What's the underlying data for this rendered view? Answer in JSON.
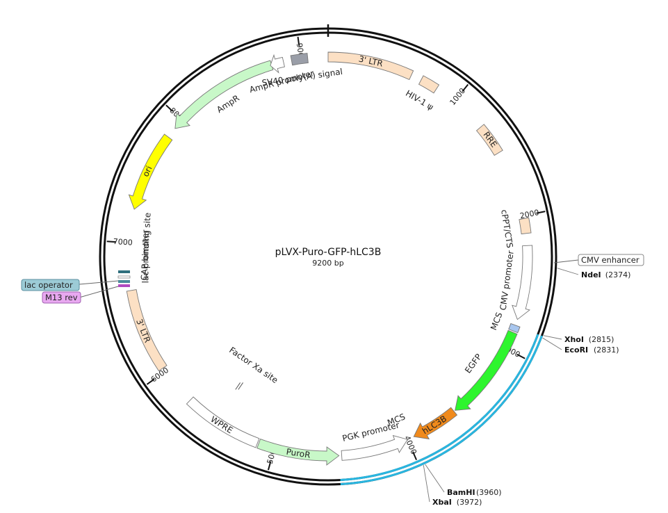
{
  "plasmid": {
    "name": "pLVX-Puro-GFP-hLC3B",
    "size_label": "9200 bp",
    "length": 9200
  },
  "ticks": [
    {
      "pos": 1000,
      "label": "1000"
    },
    {
      "pos": 2000,
      "label": "2000"
    },
    {
      "pos": 3000,
      "label": "3000"
    },
    {
      "pos": 4000,
      "label": "4000"
    },
    {
      "pos": 5000,
      "label": "5000"
    },
    {
      "pos": 6000,
      "label": "6000"
    },
    {
      "pos": 7000,
      "label": "7000"
    },
    {
      "pos": 8000,
      "label": "8000"
    },
    {
      "pos": 9000,
      "label": "9000"
    }
  ],
  "highlight": {
    "start": 2820,
    "end": 4520,
    "color": "#29b6e0"
  },
  "features": [
    {
      "name": "3' LTR",
      "label": "3' LTR",
      "start": 0,
      "end": 630,
      "color": "#fce0c4",
      "dir": "none",
      "label_mode": "inside"
    },
    {
      "name": "HIV-1 psi",
      "label": "HIV-1 ψ",
      "start": 710,
      "end": 840,
      "color": "#fce0c4",
      "dir": "none",
      "label_mode": "inner"
    },
    {
      "name": "RRE",
      "label": "RRE",
      "start": 1270,
      "end": 1500,
      "color": "#fce0c4",
      "dir": "none",
      "label_mode": "inside"
    },
    {
      "name": "cPPT/CTS",
      "label": "cPPT/CTS",
      "start": 2020,
      "end": 2130,
      "color": "#fce0c4",
      "dir": "none",
      "label_mode": "inner"
    },
    {
      "name": "CMV promoter",
      "label": "CMV promoter",
      "start": 2220,
      "end": 2770,
      "color": "#ffffff",
      "dir": "cw",
      "label_mode": "inner"
    },
    {
      "name": "MCS",
      "label": "MCS",
      "start": 2815,
      "end": 2860,
      "color": "#a8c6ee",
      "dir": "none",
      "label_mode": "inner"
    },
    {
      "name": "EGFP",
      "label": "EGFP",
      "start": 2870,
      "end": 3590,
      "color": "#2ef52e",
      "dir": "cw",
      "label_mode": "inner"
    },
    {
      "name": "hLC3B",
      "label": "hLC3B",
      "start": 3600,
      "end": 3950,
      "color": "#f08a1c",
      "dir": "cw",
      "label_mode": "inside"
    },
    {
      "name": "PGK promoter",
      "label": "PGK promoter",
      "start": 4000,
      "end": 4500,
      "color": "#ffffff",
      "dir": "ccw",
      "label_mode": "inner"
    },
    {
      "name": "PuroR",
      "label": "PuroR",
      "start": 4520,
      "end": 5120,
      "color": "#c8f8c8",
      "dir": "ccw",
      "label_mode": "inside"
    },
    {
      "name": "WPRE",
      "label": "WPRE",
      "start": 5130,
      "end": 5720,
      "color": "#ffffff",
      "dir": "none",
      "label_mode": "inside"
    },
    {
      "name": "3' LTR",
      "label": "3' LTR",
      "start": 6030,
      "end": 6650,
      "color": "#fce0c4",
      "dir": "none",
      "label_mode": "inside"
    },
    {
      "name": "ori",
      "label": "ori",
      "start": 7250,
      "end": 7840,
      "color": "#ffff00",
      "dir": "ccw",
      "label_mode": "inside"
    },
    {
      "name": "AmpR",
      "label": "AmpR",
      "start": 7920,
      "end": 8780,
      "color": "#c8f8c8",
      "dir": "ccw",
      "label_mode": "outer_inner"
    },
    {
      "name": "AmpR promoter",
      "label": "AmpR promoter",
      "start": 8770,
      "end": 8870,
      "color": "#ffffff",
      "dir": "ccw",
      "label_mode": "inner"
    },
    {
      "name": "SV40 poly(A) signal",
      "label": "SV40 poly(A) signal",
      "start": 8930,
      "end": 9050,
      "color": "#9a9ea8",
      "dir": "none",
      "label_mode": "inner"
    }
  ],
  "inner_labels": [
    {
      "label": "Factor Xa site",
      "pos": 5480
    },
    {
      "label": "CAP binding site",
      "pos": 6980
    },
    {
      "label": "lac promoter",
      "pos": 6900
    },
    {
      "label": "MCS",
      "pos": 4020
    }
  ],
  "enzymes": [
    {
      "name": "NdeI",
      "pos": 2374,
      "pos_label": "(2374)"
    },
    {
      "name": "XhoI",
      "pos": 2815,
      "pos_label": "(2815)"
    },
    {
      "name": "EcoRI",
      "pos": 2831,
      "pos_label": "(2831)"
    },
    {
      "name": "BamHI",
      "pos": 3960,
      "pos_label": "(3960)"
    },
    {
      "name": "XbaI",
      "pos": 3972,
      "pos_label": "(3972)"
    }
  ],
  "tags": [
    {
      "label": "CMV enhancer",
      "color": "#ffffff",
      "border": "#888888"
    },
    {
      "label": "lac operator",
      "color": "#9ccbd6",
      "border": "#5b8fa0"
    },
    {
      "label": "M13 rev",
      "color": "#e8a8f0",
      "border": "#a060b0"
    }
  ]
}
